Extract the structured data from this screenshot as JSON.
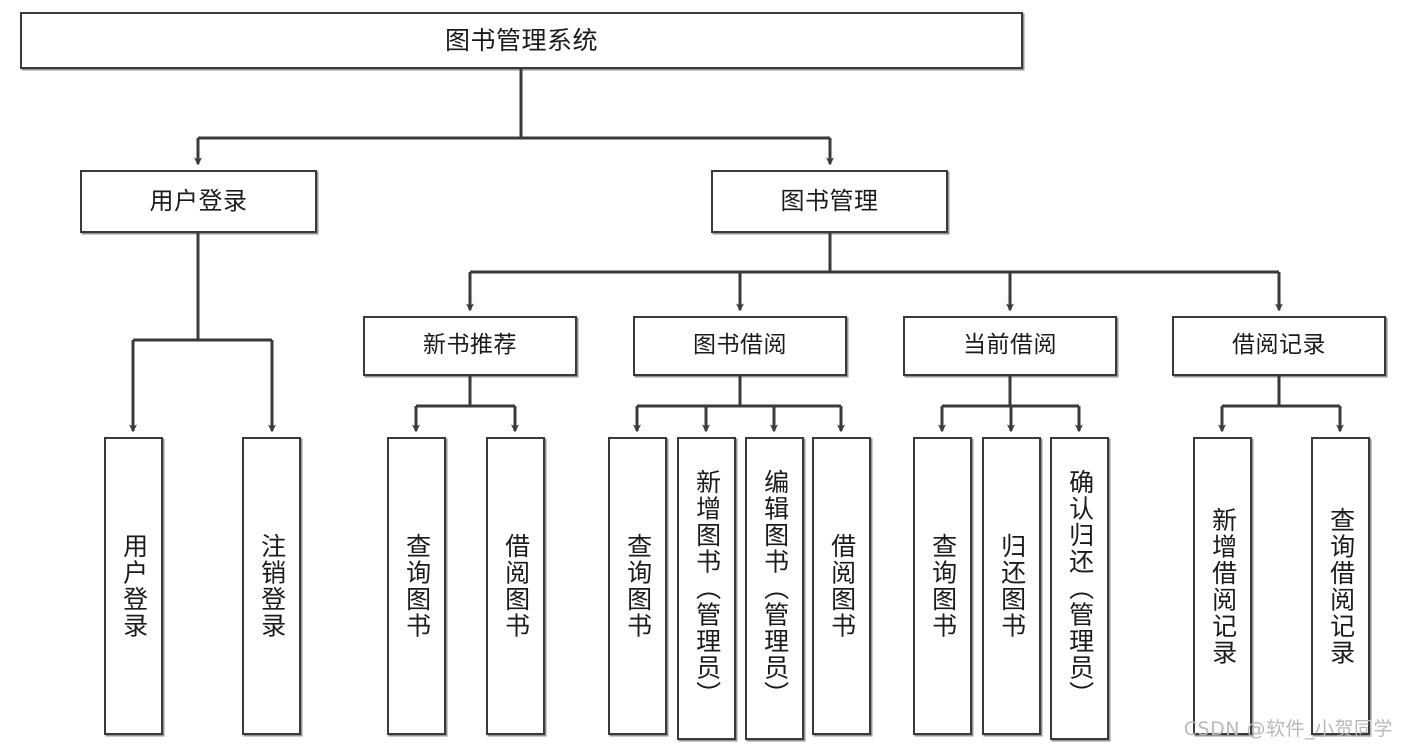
{
  "diagram": {
    "title": "图书管理系统",
    "type": "tree-hierarchy",
    "root": {
      "label": "图书管理系统"
    },
    "level2": [
      {
        "label": "用户登录"
      },
      {
        "label": "图书管理"
      }
    ],
    "level3": [
      {
        "label": "新书推荐"
      },
      {
        "label": "图书借阅"
      },
      {
        "label": "当前借阅"
      },
      {
        "label": "借阅记录"
      }
    ],
    "leaves": [
      {
        "label": "用户登录",
        "parent": "用户登录"
      },
      {
        "label": "注销登录",
        "parent": "用户登录"
      },
      {
        "label": "查询图书",
        "parent": "新书推荐"
      },
      {
        "label": "借阅图书",
        "parent": "新书推荐"
      },
      {
        "label": "查询图书",
        "parent": "图书借阅"
      },
      {
        "label": "新增图书（管理员）",
        "parent": "图书借阅"
      },
      {
        "label": "编辑图书（管理员）",
        "parent": "图书借阅"
      },
      {
        "label": "借阅图书",
        "parent": "图书借阅"
      },
      {
        "label": "查询图书",
        "parent": "当前借阅"
      },
      {
        "label": "归还图书",
        "parent": "当前借阅"
      },
      {
        "label": "确认归还（管理员）",
        "parent": "当前借阅"
      },
      {
        "label": "新增借阅记录",
        "parent": "借阅记录"
      },
      {
        "label": "查询借阅记录",
        "parent": "借阅记录"
      }
    ]
  },
  "watermark": {
    "text": "CSDN @软件_小贺同学"
  },
  "colors": {
    "stroke": "#3a3a3a",
    "background": "#ffffff",
    "text": "#1b1b1b",
    "watermark": "#b9b9b9"
  }
}
